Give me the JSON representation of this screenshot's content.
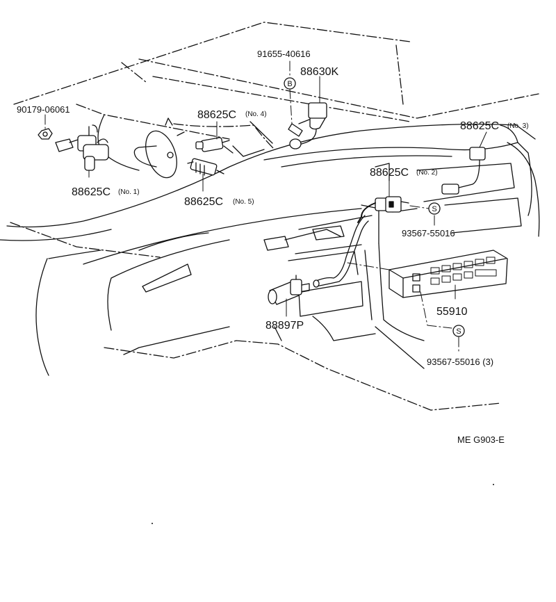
{
  "callouts": {
    "p91655": "91655-40616",
    "p88630k": "88630K",
    "p90179": "90179-06061",
    "p88625c_no4": "88625C",
    "no4": "(No. 4)",
    "p88625c_no3": "88625C",
    "no3": "(No. 3)",
    "p88625c_no1": "88625C",
    "no1": "(No. 1)",
    "p88625c_no2": "88625C",
    "no2": "(No. 2)",
    "p88625c_no5": "88625C",
    "no5": "(No. 5)",
    "p93567_a": "93567-55016",
    "p55910": "55910",
    "p88897p": "88897P",
    "p93567_b": "93567-55016 (3)"
  },
  "markers": {
    "b": "B",
    "s1": "S",
    "s2": "S"
  },
  "footer": {
    "code": "ME  G903-E"
  }
}
